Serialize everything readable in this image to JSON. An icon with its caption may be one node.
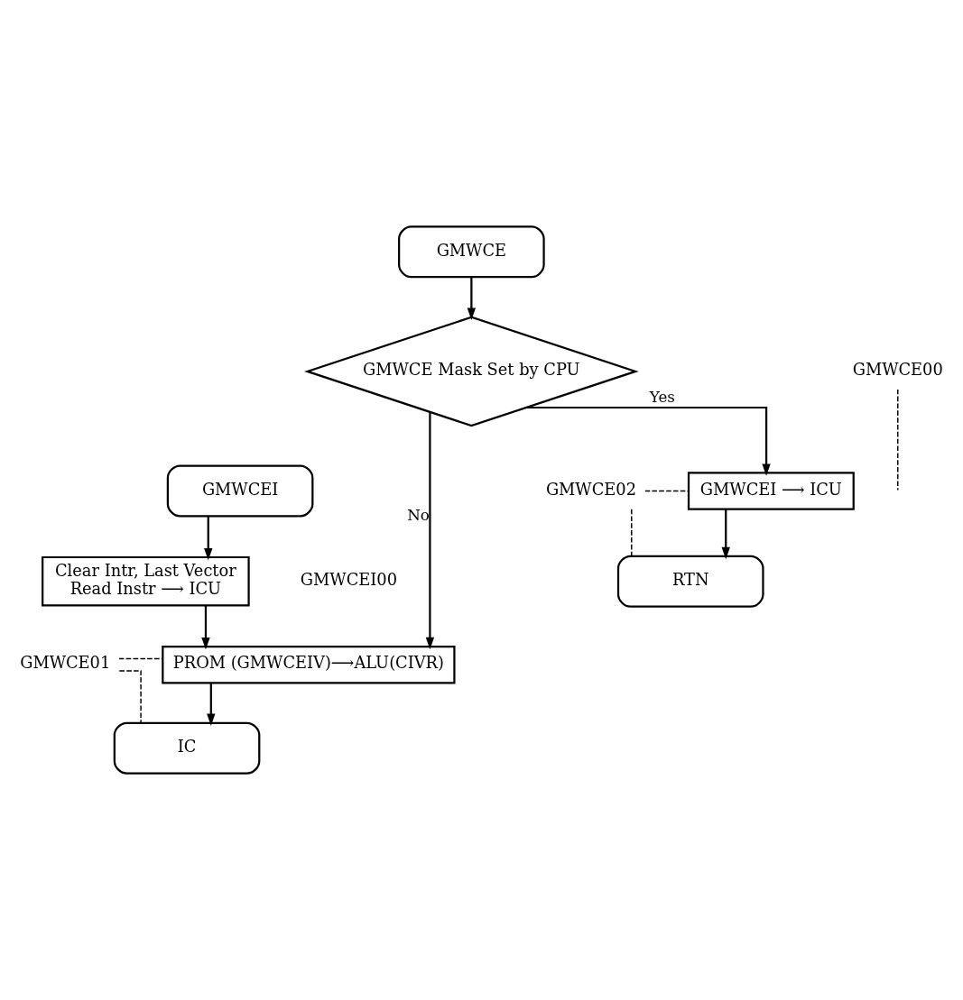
{
  "diagram": {
    "nodes": [
      {
        "text": [
          "GMWCE"
        ]
      },
      {
        "text": [
          "GMWCE Mask Set by CPU"
        ]
      },
      {
        "text": [
          "GMWCEI"
        ]
      },
      {
        "text": [
          "Clear Intr, Last Vector",
          "Read Instr ⟶ ICU"
        ],
        "beside": [
          "GMWCEI00"
        ]
      },
      {
        "text": [
          "PROM (GMWCEIV)⟶ALU(CIVR)"
        ]
      },
      {
        "text": [
          "IC"
        ]
      },
      {
        "text": [
          "GMWCEI ⟶ ICU"
        ]
      },
      {
        "text": [
          "RTN"
        ]
      },
      {
        "text": [
          "GMWCE00"
        ]
      },
      {
        "text": [
          "GMWCE01"
        ]
      },
      {
        "text": [
          "GMWCE02"
        ]
      }
    ],
    "edges": [
      {
        "from": 0,
        "to": 1,
        "arrow": "to"
      },
      {
        "from": 1,
        "to": 6,
        "arrow": "to",
        "label": "Yes"
      },
      {
        "from": 1,
        "to": 4,
        "arrow": "to",
        "label": "No"
      },
      {
        "from": 2,
        "to": 3,
        "arrow": "to"
      },
      {
        "from": 3,
        "to": 4,
        "arrow": "to"
      },
      {
        "from": 4,
        "to": 5,
        "arrow": "to"
      },
      {
        "from": 6,
        "to": 7,
        "arrow": "to"
      },
      {
        "from": 8,
        "to": null,
        "arrow": "none",
        "style": "dashed"
      },
      {
        "from": 9,
        "to": 4,
        "arrow": "none",
        "style": "dashed"
      },
      {
        "from": 9,
        "to": 5,
        "arrow": "none",
        "style": "dashed"
      },
      {
        "from": 10,
        "to": 6,
        "arrow": "none",
        "style": "dashed"
      },
      {
        "from": 10,
        "to": 7,
        "arrow": "none",
        "style": "dashed"
      }
    ]
  }
}
